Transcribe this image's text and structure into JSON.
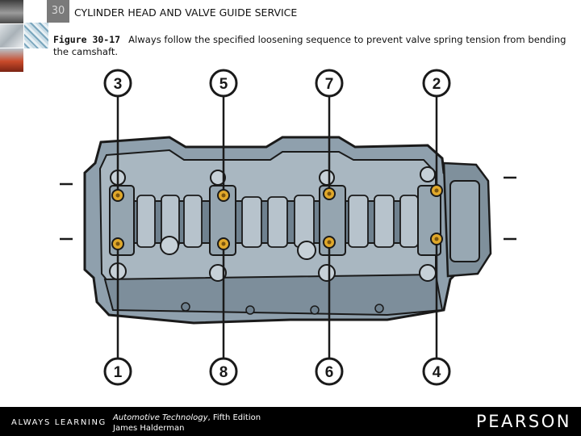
{
  "header": {
    "chapter_number": "30",
    "chapter_title": "CYLINDER HEAD AND VALVE GUIDE SERVICE"
  },
  "caption": {
    "figure_label": "Figure 30-17",
    "text": "Always follow the specified loosening sequence to prevent valve spring tension from bending the camshaft."
  },
  "figure": {
    "sequence_labels_top": [
      "3",
      "5",
      "7",
      "2"
    ],
    "sequence_labels_bottom": [
      "1",
      "8",
      "6",
      "4"
    ]
  },
  "footer": {
    "tagline": "ALWAYS LEARNING",
    "book_title": "Automotive Technology",
    "edition": ", Fifth Edition",
    "author": "James Halderman",
    "publisher": "PEARSON"
  },
  "colors": {
    "casting": "#8fa0ad",
    "casting_dark": "#5f7281",
    "outline": "#1a1a1a",
    "bolt": "#e0a82a",
    "footer_bg": "#000000"
  }
}
